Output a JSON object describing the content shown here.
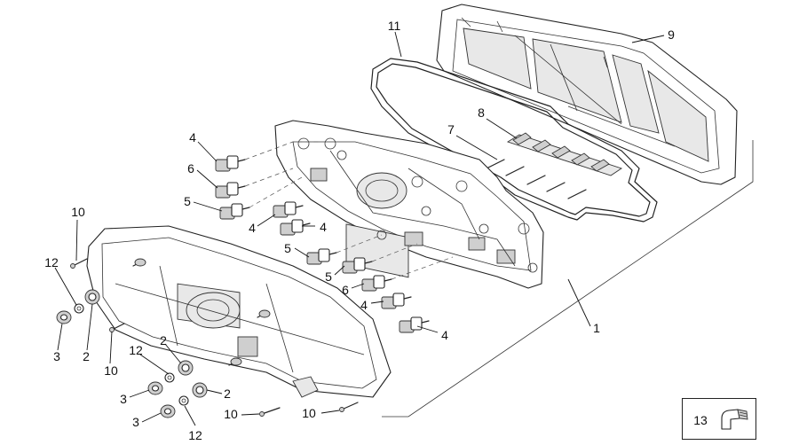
{
  "diagram": {
    "callouts": [
      {
        "id": "c11",
        "text": "11"
      },
      {
        "id": "c9",
        "text": "9"
      },
      {
        "id": "c8",
        "text": "8"
      },
      {
        "id": "c7",
        "text": "7"
      },
      {
        "id": "c4a",
        "text": "4"
      },
      {
        "id": "c6a",
        "text": "6"
      },
      {
        "id": "c5a",
        "text": "5"
      },
      {
        "id": "c4b",
        "text": "4"
      },
      {
        "id": "c4c",
        "text": "4"
      },
      {
        "id": "c5b",
        "text": "5"
      },
      {
        "id": "c5c",
        "text": "5"
      },
      {
        "id": "c6b",
        "text": "6"
      },
      {
        "id": "c4d",
        "text": "4"
      },
      {
        "id": "c4e",
        "text": "4"
      },
      {
        "id": "c1",
        "text": "1"
      },
      {
        "id": "c10a",
        "text": "10"
      },
      {
        "id": "c12a",
        "text": "12"
      },
      {
        "id": "c3a",
        "text": "3"
      },
      {
        "id": "c2a",
        "text": "2"
      },
      {
        "id": "c10b",
        "text": "10"
      },
      {
        "id": "c2b",
        "text": "2"
      },
      {
        "id": "c12b",
        "text": "12"
      },
      {
        "id": "c3b",
        "text": "3"
      },
      {
        "id": "c2c",
        "text": "2"
      },
      {
        "id": "c3c",
        "text": "3"
      },
      {
        "id": "c10c",
        "text": "10"
      },
      {
        "id": "c10d",
        "text": "10"
      },
      {
        "id": "c12c",
        "text": "12"
      }
    ],
    "legend": {
      "number": "13",
      "icon": "connector-terminal-icon"
    }
  }
}
